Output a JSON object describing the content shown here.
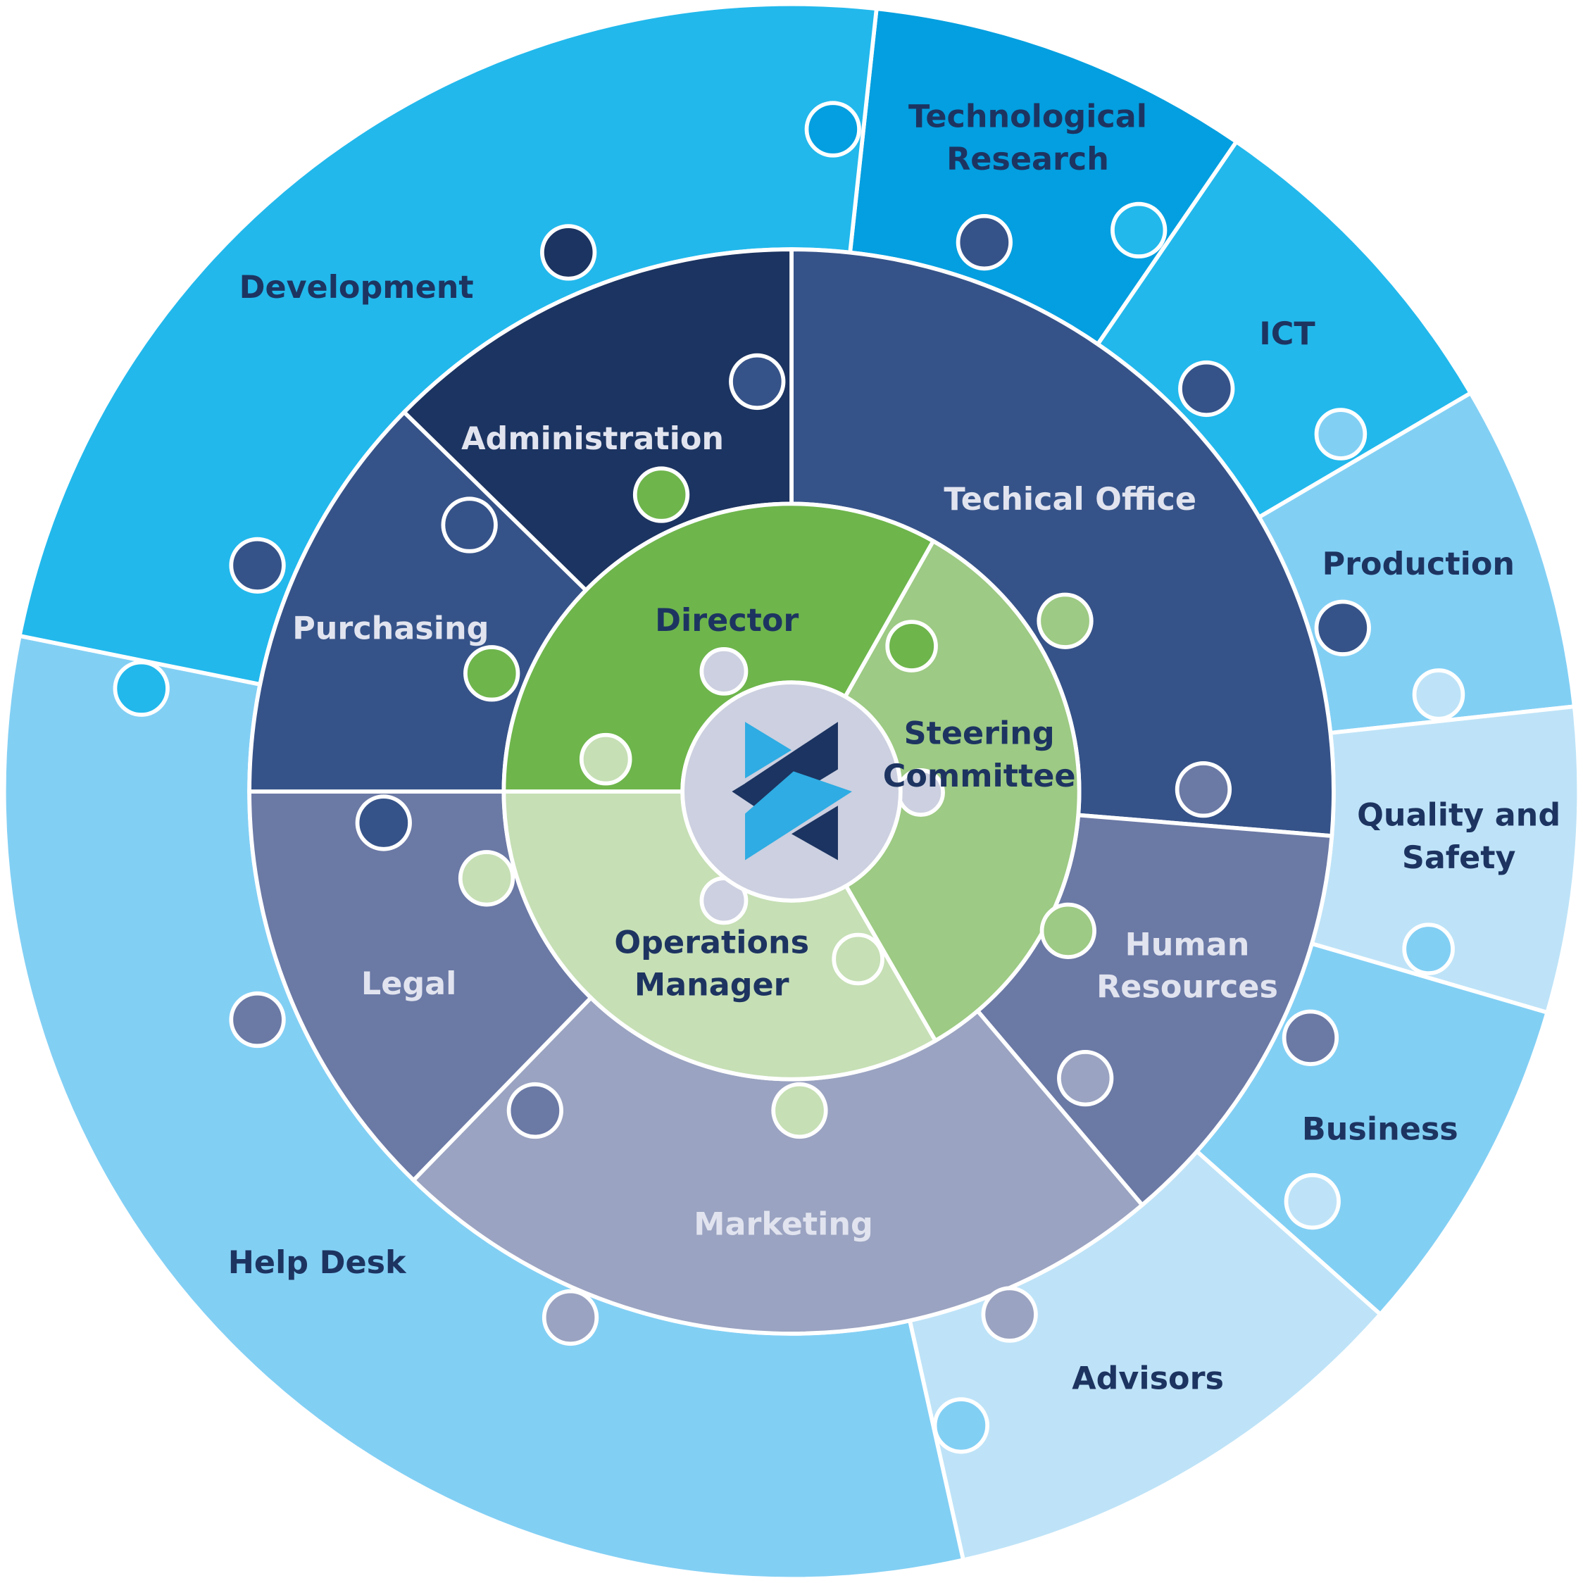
{
  "outer_ring": [
    {
      "label": "Technological Research",
      "lines": [
        "Technological",
        "Research"
      ],
      "color": "#039fe0"
    },
    {
      "label": "ICT",
      "lines": [
        "ICT"
      ],
      "color": "#22b8ec"
    },
    {
      "label": "Production",
      "lines": [
        "Production"
      ],
      "color": "#82cff4"
    },
    {
      "label": "Quality and Safety",
      "lines": [
        "Quality and",
        "Safety"
      ],
      "color": "#bee3f8"
    },
    {
      "label": "Business",
      "lines": [
        "Business"
      ],
      "color": "#82cff4"
    },
    {
      "label": "Advisors",
      "lines": [
        "Advisors"
      ],
      "color": "#bee3f8"
    },
    {
      "label": "Help Desk",
      "lines": [
        "Help Desk"
      ],
      "color": "#82cff4"
    },
    {
      "label": "Development",
      "lines": [
        "Development"
      ],
      "color": "#22b8ec"
    }
  ],
  "middle_ring": [
    {
      "label": "Techical Office",
      "lines": [
        "Techical Office"
      ],
      "color": "#365389"
    },
    {
      "label": "Human Resources",
      "lines": [
        "Human",
        "Resources"
      ],
      "color": "#6b79a5"
    },
    {
      "label": "Marketing",
      "lines": [
        "Marketing"
      ],
      "color": "#9aa3c1"
    },
    {
      "label": "Legal",
      "lines": [
        "Legal"
      ],
      "color": "#6b79a5"
    },
    {
      "label": "Purchasing",
      "lines": [
        "Purchasing"
      ],
      "color": "#365389"
    },
    {
      "label": "Administration",
      "lines": [
        "Administration"
      ],
      "color": "#1c3461"
    }
  ],
  "inner_ring": [
    {
      "label": "Steering Committee",
      "lines": [
        "Steering",
        "Committee"
      ],
      "color": "#9dca84"
    },
    {
      "label": "Operations Manager",
      "lines": [
        "Operations",
        "Manager"
      ],
      "color": "#c6dfb5"
    },
    {
      "label": "Director",
      "lines": [
        "Director"
      ],
      "color": "#6eb54c"
    }
  ],
  "center": {
    "icon": "company-logo-icon",
    "color": "#ccd0e0",
    "logo_colors": [
      "#1c3461",
      "#2eace3"
    ]
  },
  "text_colors": {
    "dark": "#1d3461",
    "light": "#e1e4ef"
  }
}
